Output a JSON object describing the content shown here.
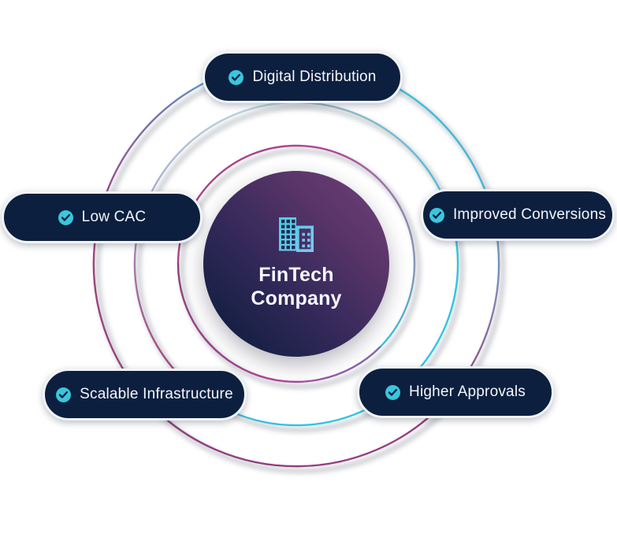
{
  "diagram_title": "FinTech ecosystem benefits diagram",
  "center": {
    "icon": "building-icon",
    "title_line1": "FinTech",
    "title_line2": "Company"
  },
  "pills": [
    {
      "id": "digital-distribution",
      "icon": "check-icon",
      "label": "Digital Distribution"
    },
    {
      "id": "low-cac",
      "icon": "check-icon",
      "label": "Low CAC"
    },
    {
      "id": "improved-conversions",
      "icon": "check-icon",
      "label": "Improved Conversions"
    },
    {
      "id": "scalable-infrastructure",
      "icon": "check-icon",
      "label": "Scalable Infrastructure"
    },
    {
      "id": "higher-approvals",
      "icon": "check-icon",
      "label": "Higher Approvals"
    }
  ],
  "colors": {
    "background": "#ffffff",
    "pill_background": "#0d1f3f",
    "pill_border": "#f1f4f8",
    "pill_text": "#f4f7fb",
    "accent_teal": "#3ac6dc",
    "ring_cyan": "#2cc6e0",
    "ring_magenta": "#a3447f",
    "ring_pale_teal": "#b9dde0",
    "ring_gray_blue": "#8892b4",
    "center_gradient_top_right": "#71407a",
    "center_gradient_bottom_left": "#121a3a",
    "center_text": "#f6f8fb"
  }
}
